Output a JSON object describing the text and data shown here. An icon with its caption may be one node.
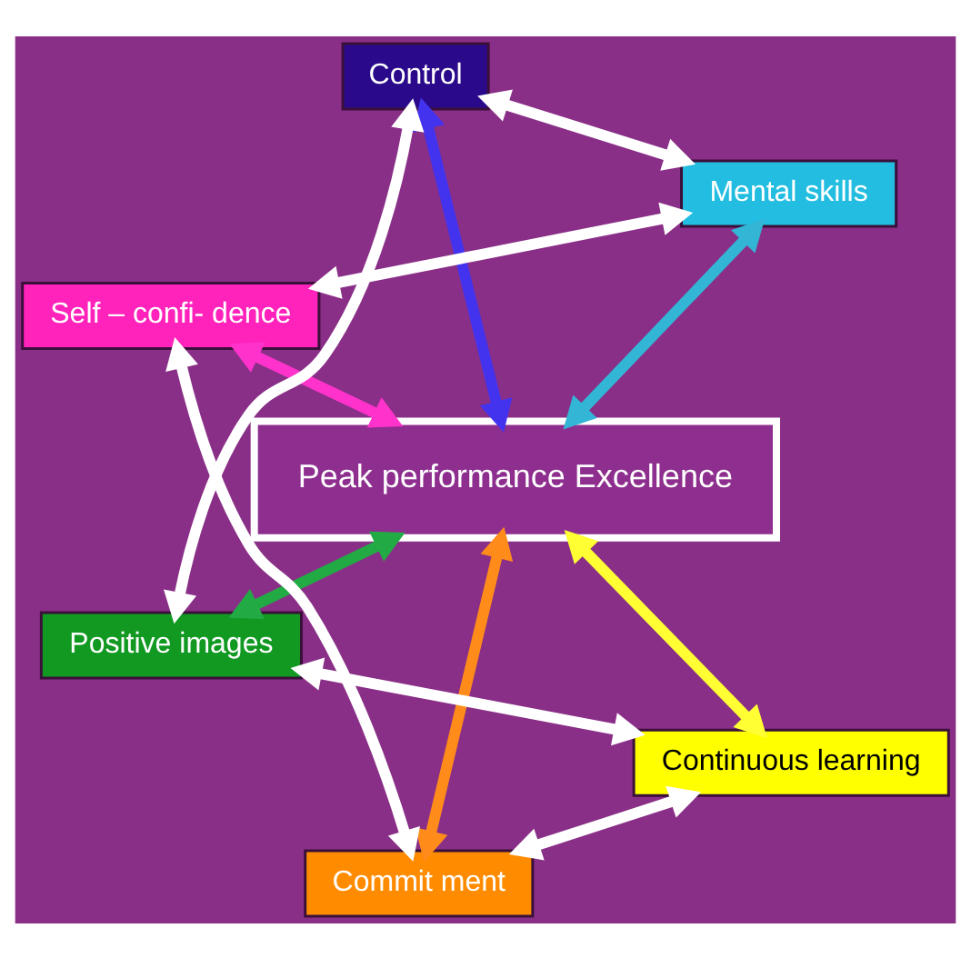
{
  "diagram": {
    "nodes": [
      {
        "text": [
          "Peak performance Excellence"
        ]
      },
      {
        "text": [
          "Continuous learning"
        ]
      },
      {
        "text": [
          "Commit ment"
        ]
      },
      {
        "text": [
          "Self – confi- dence"
        ]
      },
      {
        "text": [
          "Mental skills"
        ]
      },
      {
        "text": [
          "Control"
        ]
      },
      {
        "text": [
          "Positive images"
        ]
      }
    ],
    "edges": [
      {
        "from": 0,
        "to": 1,
        "arrow": "both",
        "color": "#ffff33"
      },
      {
        "from": 0,
        "to": 2,
        "arrow": "both",
        "color": "#ff8c1a"
      },
      {
        "from": 0,
        "to": 3,
        "arrow": "both",
        "color": "#ff33cc"
      },
      {
        "from": 0,
        "to": 4,
        "arrow": "both",
        "color": "#33b5d6"
      },
      {
        "from": 0,
        "to": 5,
        "arrow": "both",
        "color": "#4433ee"
      },
      {
        "from": 0,
        "to": 6,
        "arrow": "both",
        "color": "#22aa44"
      },
      {
        "from": 1,
        "to": 2,
        "arrow": "both",
        "color": "#ffffff"
      },
      {
        "from": 2,
        "to": 3,
        "arrow": "both",
        "color": "#ffffff"
      },
      {
        "from": 3,
        "to": 4,
        "arrow": "both",
        "color": "#ffffff"
      },
      {
        "from": 4,
        "to": 5,
        "arrow": "both",
        "color": "#ffffff"
      },
      {
        "from": 5,
        "to": 6,
        "arrow": "both",
        "color": "#ffffff"
      },
      {
        "from": 6,
        "to": 1,
        "arrow": "both",
        "color": "#ffffff"
      }
    ]
  }
}
